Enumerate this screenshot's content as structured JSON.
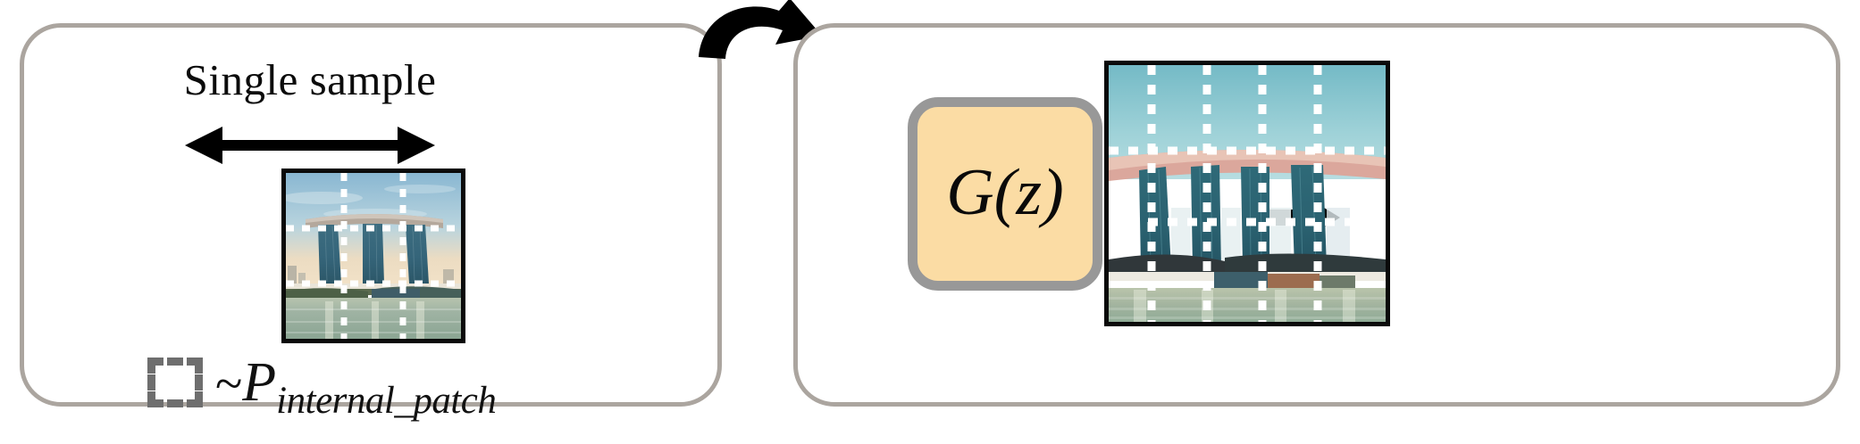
{
  "figure": {
    "type": "diagram",
    "title": "Single-image GAN internal patch distribution",
    "panels": [
      {
        "id": "left",
        "name": "training-panel"
      },
      {
        "id": "right",
        "name": "generation-panel"
      }
    ]
  },
  "left_panel": {
    "caption": "Single sample",
    "double_arrow_label": "single sample width",
    "source_image": {
      "alt": "Marina Bay Sands hotel photograph with three towers over water",
      "grid_rows": 3,
      "grid_cols": 3,
      "grid_line_color": "#ffffff",
      "grid_line_style": "dashed",
      "border_color": "#0a0a0a"
    },
    "legend": {
      "swatch_style": "dashed-square",
      "swatch_color": "#6e6e6e",
      "tilde": "~",
      "symbol": "P",
      "subscript": "internal_patch",
      "full_text": "~ P internal_patch"
    }
  },
  "transition": {
    "arrow": "curved-arrow",
    "direction": "left-to-right"
  },
  "right_panel": {
    "generator": {
      "label": "G(z)",
      "fill_color": "#fbdca4",
      "border_color": "#989898"
    },
    "arrow": {
      "name": "straight-arrow",
      "direction": "right",
      "color": "#000000"
    },
    "generated_image": {
      "alt": "Generated Marina Bay Sands image with four towers, wider than source",
      "grid_rows": 3,
      "grid_cols": 4,
      "grid_line_color": "#ffffff",
      "grid_line_style": "dashed",
      "border_color": "#0a0a0a"
    }
  },
  "colors": {
    "panel_border": "#aba59f",
    "generator_fill": "#fbdca4",
    "generator_border": "#989898",
    "image_border": "#0a0a0a",
    "dash_white": "#ffffff",
    "dash_gray": "#6e6e6e",
    "arrow_black": "#000000"
  }
}
